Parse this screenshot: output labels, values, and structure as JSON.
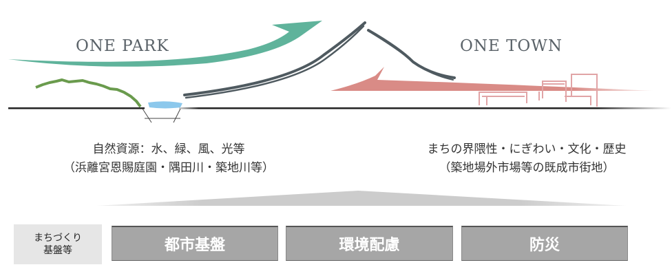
{
  "left": {
    "title": "ONE PARK",
    "caption_line1": "自然資源：水、緑、風、光等",
    "caption_line2": "（浜離宮恩賜庭園・隅田川・築地川等）"
  },
  "right": {
    "title": "ONE TOWN",
    "caption_line1": "まちの界隈性・にぎわい・文化・歴史",
    "caption_line2": "（築地場外市場等の既成市街地）"
  },
  "foundation": {
    "label_line1": "まちづくり",
    "label_line2": "基盤等",
    "boxes": [
      "都市基盤",
      "環境配慮",
      "防災"
    ]
  },
  "colors": {
    "park_arrow": "#5fb39b",
    "town_arrow": "#d98b86",
    "brush": "#4f5a60",
    "box": "#a6a6a6"
  }
}
